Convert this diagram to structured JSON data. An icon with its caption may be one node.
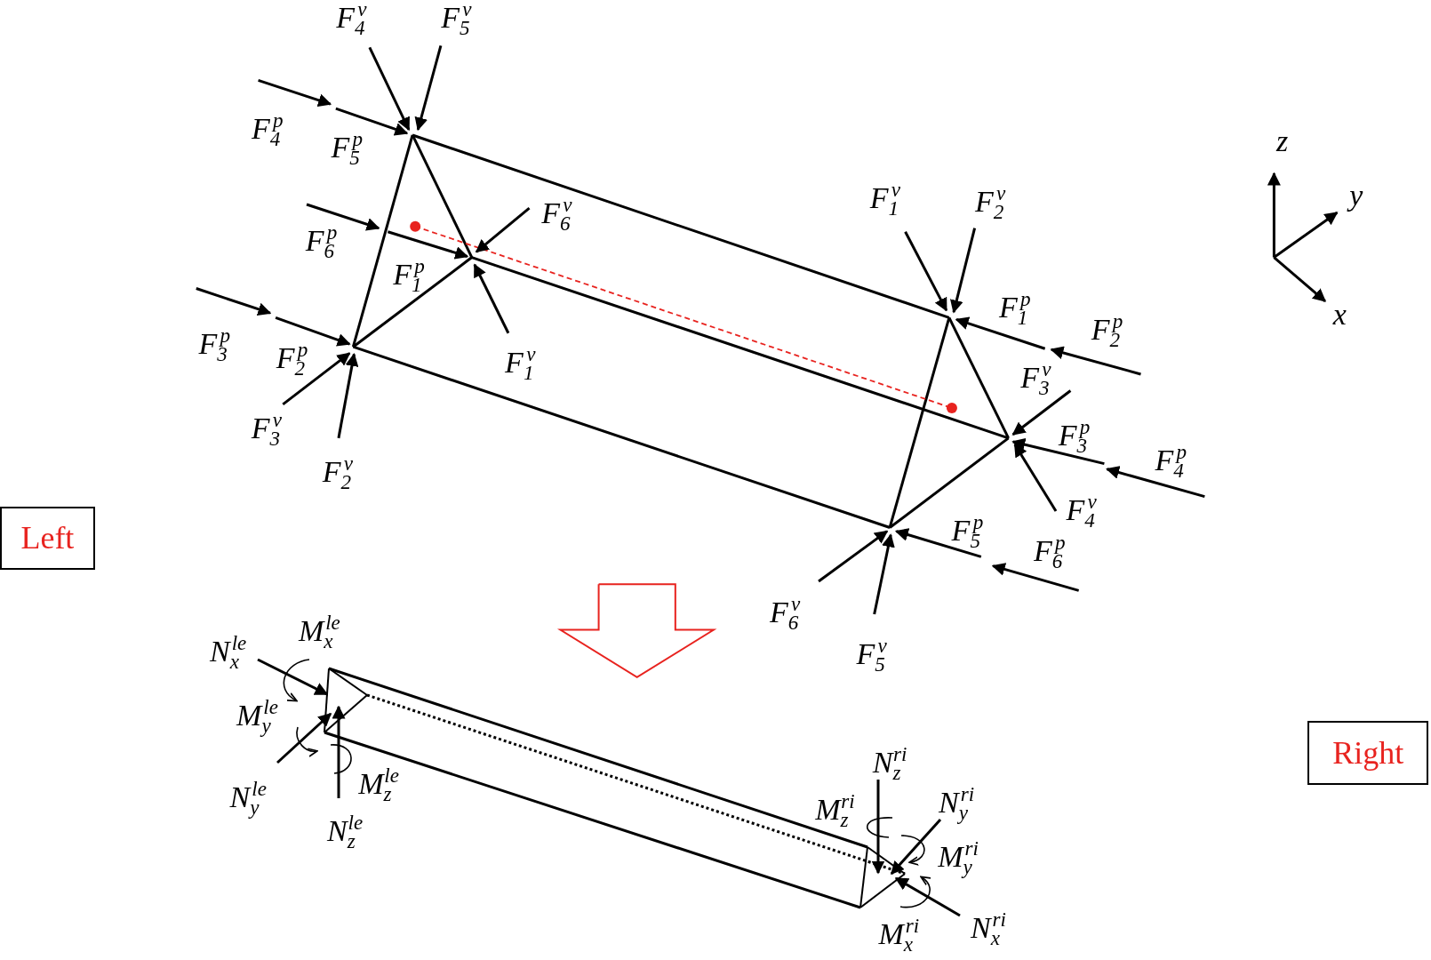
{
  "diagram": {
    "nodes": [
      {
        "text": [
          "Left"
        ]
      },
      {
        "text": [
          "Right"
        ]
      }
    ],
    "labels": [
      "F$_{4}$$^{v}$",
      "F$_{5}$$^{v}$",
      "z",
      "F$_{4}$$^{p}$",
      "F$_{5}$$^{p}$",
      "F$_{1}$$^{v}$",
      "F$_{2}$$^{v}$",
      "y",
      "F$_{6}$$^{v}$",
      "F$_{6}$$^{p}$",
      "F$_{1}$$^{p}$",
      "F$_{1}$$^{p}$",
      "x",
      "F$_{3}$$^{p}$",
      "F$_{2}$$^{p}$",
      "F$_{2}$$^{p}$",
      "F$_{1}$$^{v}$",
      "F$_{3}$$^{v}$",
      "F$_{3}$$^{v}$",
      "F$_{3}$$^{p}$",
      "F$_{4}$$^{p}$",
      "F$_{2}$$^{v}$",
      "F$_{4}$$^{v}$",
      "F$_{5}$$^{p}$",
      "F$_{6}$$^{p}$",
      "F$_{6}$$^{v}$",
      "F$_{5}$$^{v}$",
      "M$_{x}$$^{le}$",
      "N$_{x}$$^{le}$",
      "M$_{y}$$^{le}$",
      "N$_{y}$$^{le}$",
      "M$_{z}$$^{le}$",
      "N$_{z}$$^{le}$",
      "N$_{z}$$^{ri}$",
      "M$_{z}$$^{ri}$",
      "N$_{y}$$^{ri}$",
      "M$_{y}$$^{ri}$",
      "M$_{x}$$^{ri}$",
      "N$_{x}$$^{ri}$"
    ]
  }
}
